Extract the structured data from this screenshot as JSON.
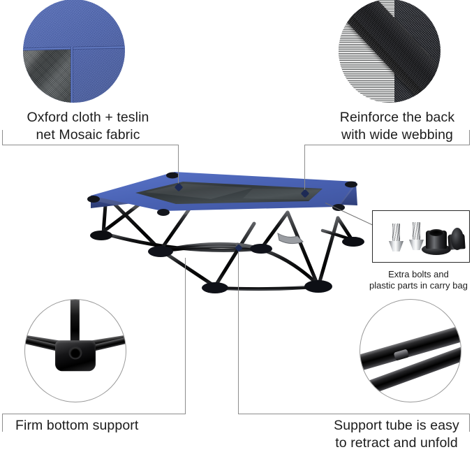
{
  "page": {
    "title": "Elevated Pet Cot Feature Callouts",
    "background_color": "#ffffff",
    "accent_blue": "#4a63b5",
    "frame_black": "#111111",
    "mesh_gray": "#3a3f41",
    "line_gray": "#8d8d8d"
  },
  "callouts": {
    "top_left": {
      "label": "Oxford cloth + teslin\nnet Mosaic fabric",
      "detail_name": "oxford-cloth-teslin-mesh-closeup"
    },
    "top_right": {
      "label": "Reinforce the back\nwith wide webbing",
      "detail_name": "wide-webbing-closeup"
    },
    "bottom_left": {
      "label": "Firm bottom support",
      "detail_name": "bottom-support-hub-closeup"
    },
    "bottom_right": {
      "label": "Support tube is easy\nto retract and unfold",
      "detail_name": "telescoping-support-tube-closeup"
    },
    "parts": {
      "label": "Extra bolts and\nplastic parts in carry bag",
      "detail_name": "extra-bolts-and-plastic-parts"
    }
  },
  "product": {
    "name": "folding elevated pet cot",
    "fabric_color": "#4a63b5",
    "mesh_color": "#3a3f41",
    "frame_color": "#111111"
  },
  "parts_box": {
    "items": [
      {
        "name": "bolt",
        "count": 2,
        "color": "#d8dadd"
      },
      {
        "name": "plastic-bushing",
        "count": 2,
        "color": "#15161a"
      }
    ]
  }
}
